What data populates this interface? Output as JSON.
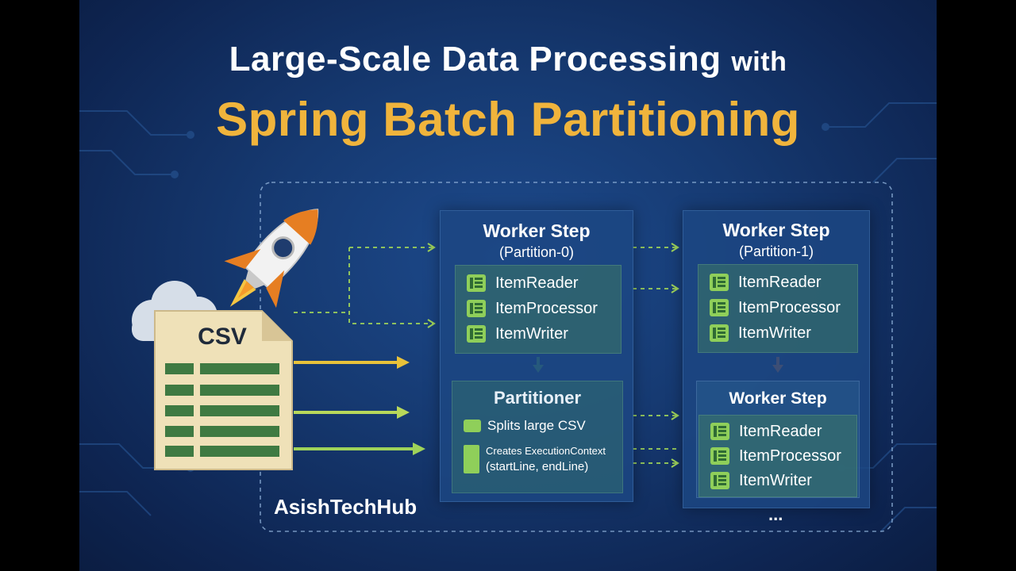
{
  "title": {
    "main": "Large-Scale Data Processing",
    "with": "with",
    "highlight": "Spring Batch Partitioning"
  },
  "brand": "AsishTechHub",
  "source_file": {
    "label": "CSV"
  },
  "worker0": {
    "title": "Worker Step",
    "subtitle": "(Partition-0)",
    "items": [
      "ItemReader",
      "ItemProcessor",
      "ItemWriter"
    ]
  },
  "worker1": {
    "title": "Worker Step",
    "subtitle": "(Partition-1)",
    "items": [
      "ItemReader",
      "ItemProcessor",
      "ItemWriter"
    ]
  },
  "worker2": {
    "title": "Worker Step",
    "items": [
      "ItemReader",
      "ItemProcessor",
      "ItemWriter"
    ]
  },
  "partitioner": {
    "title": "Partitioner",
    "line1": "Splits large CSV",
    "line2a": "Creates ExecutionContext",
    "line2b": "(startLine, endLine)"
  },
  "more": "...",
  "colors": {
    "accent": "#f0b43c",
    "background": "#163a72",
    "item_icon": "#8fcf5a",
    "arrow_yellow": "#e8c23a",
    "arrow_green": "#9fd35a",
    "arrow_orange": "#f07a2a"
  }
}
